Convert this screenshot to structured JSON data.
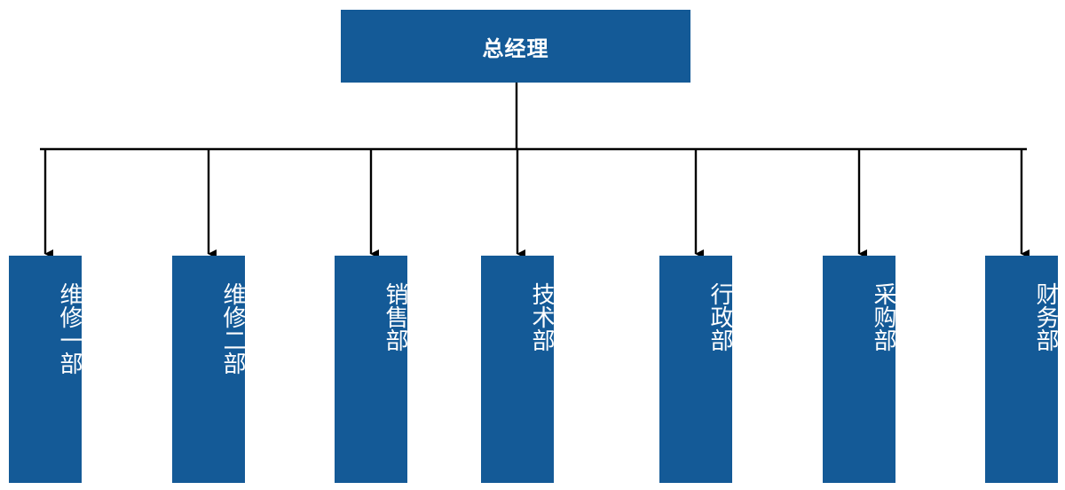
{
  "root": {
    "label": "总经理"
  },
  "departments": [
    {
      "label": "维修一部"
    },
    {
      "label": "维修二部"
    },
    {
      "label": "销售部"
    },
    {
      "label": "技术部"
    },
    {
      "label": "行政部"
    },
    {
      "label": "采购部"
    },
    {
      "label": "财务部"
    }
  ],
  "colors": {
    "box_fill": "#145a97",
    "box_text": "#ffffff",
    "connector": "#000000"
  }
}
